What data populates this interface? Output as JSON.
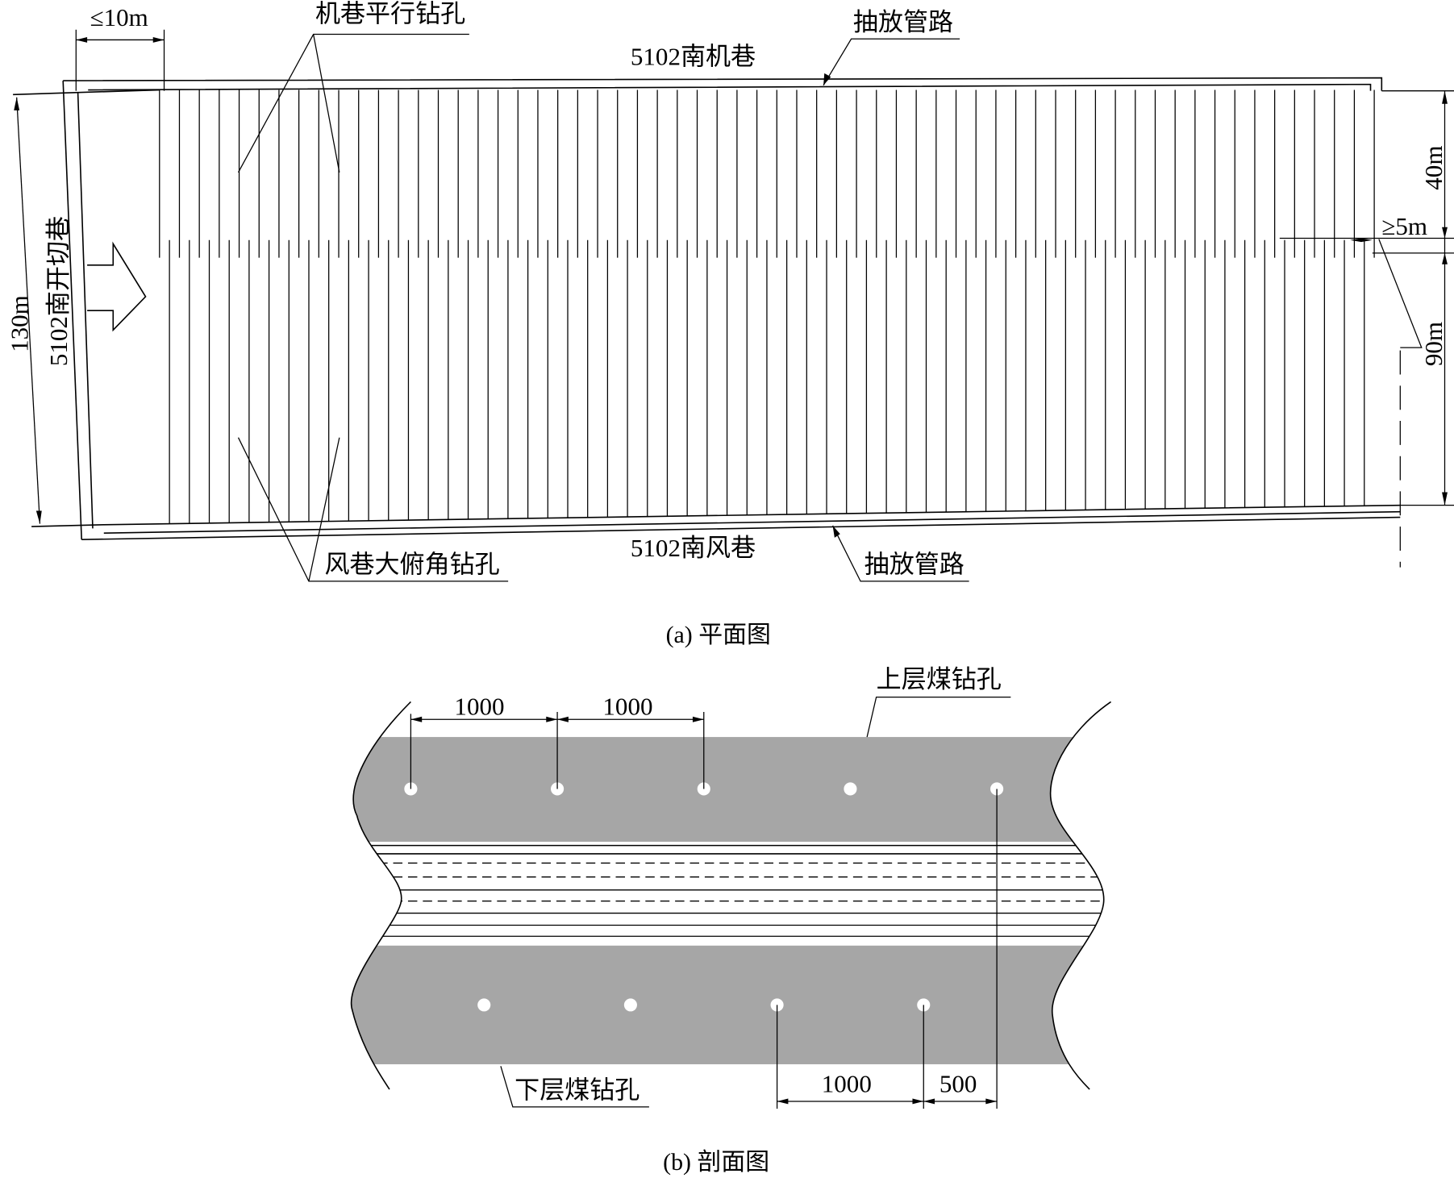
{
  "plan": {
    "caption": "(a) 平面图",
    "label_parallel_holes": "机巷平行钻孔",
    "label_pipe_top": "抽放管路",
    "label_machine_roadway": "5102南机巷",
    "label_max_spacing": "≤10m",
    "label_cut_roadway": "5102南开切巷",
    "label_length": "130m",
    "label_40m": "40m",
    "label_min_overlap": "≥5m",
    "label_90m": "90m",
    "label_air_roadway": "5102南风巷",
    "label_pipe_bottom": "抽放管路",
    "label_dip_holes": "风巷大俯角钻孔",
    "upper_hole_count": 62,
    "lower_hole_count": 62
  },
  "section": {
    "caption": "(b) 剖面图",
    "label_upper_holes": "上层煤钻孔",
    "label_lower_holes": "下层煤钻孔",
    "dim_top_1": "1000",
    "dim_top_2": "1000",
    "dim_bottom_1": "1000",
    "dim_bottom_2": "500",
    "coal_color": "#a6a6a6"
  }
}
